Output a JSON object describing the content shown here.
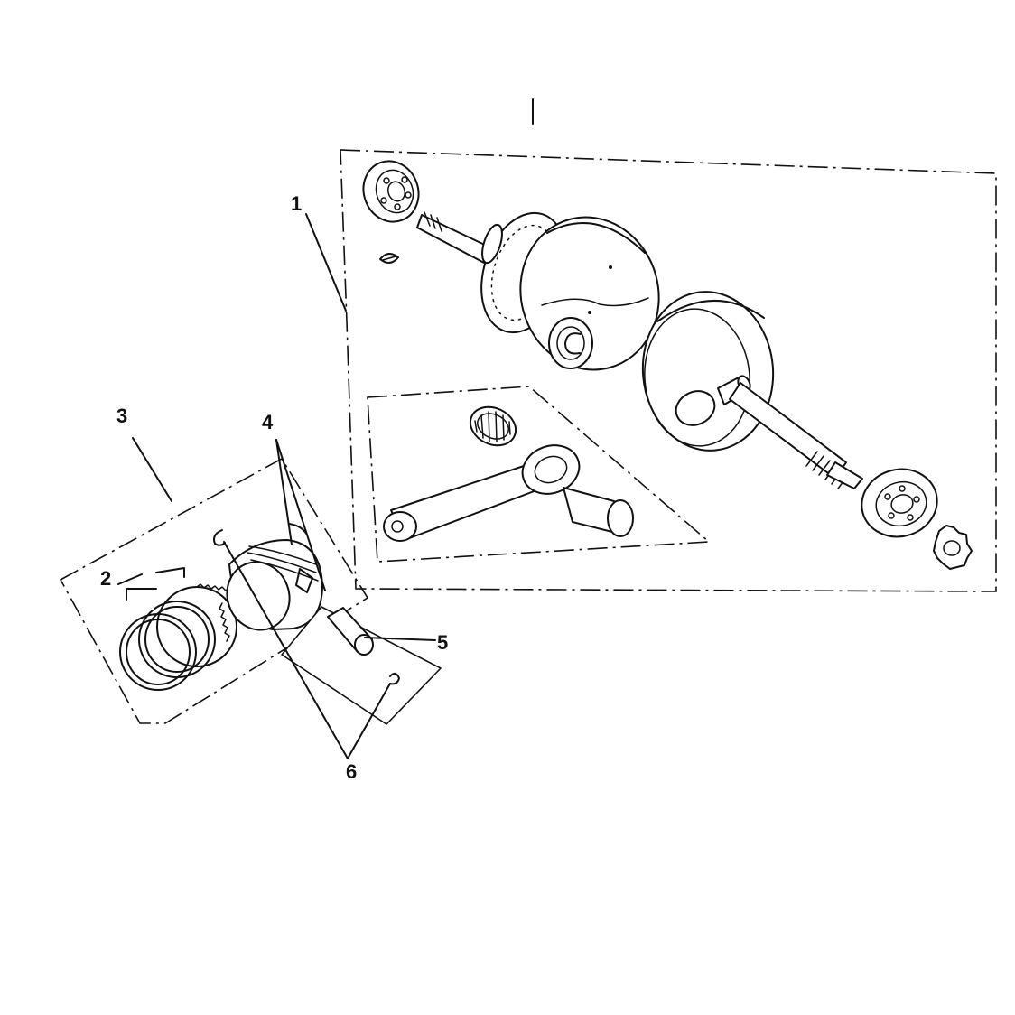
{
  "diagram": {
    "callouts": {
      "c1": "1",
      "c2": "2",
      "c3": "3",
      "c4": "4",
      "c5": "5",
      "c6": "6"
    },
    "colors": {
      "line": "#111111",
      "background": "#ffffff"
    }
  }
}
